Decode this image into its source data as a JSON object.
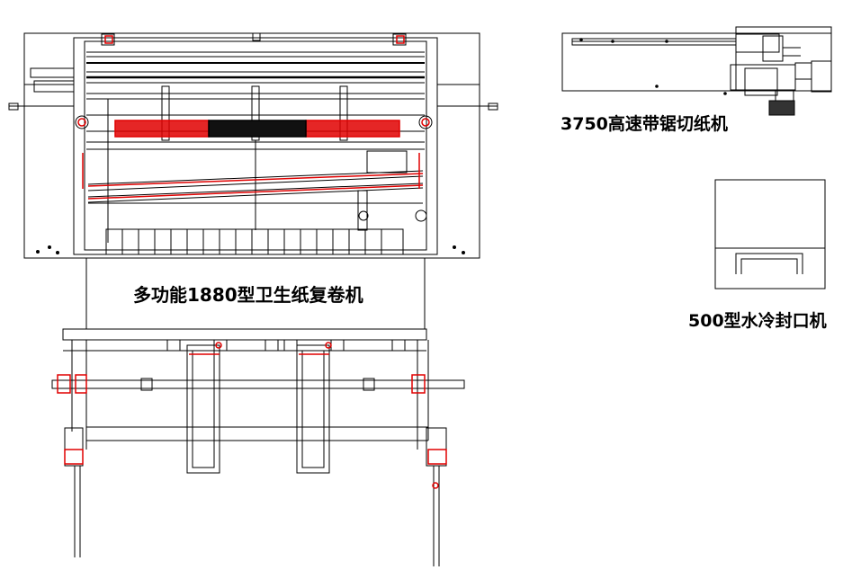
{
  "labels": {
    "rewinder": "多功能1880型卫生纸复卷机",
    "band_saw": "3750高速带锯切纸机",
    "sealer": "500型水冷封口机"
  },
  "colors": {
    "line": "#000000",
    "accent": "#e00000",
    "background": "#ffffff"
  }
}
